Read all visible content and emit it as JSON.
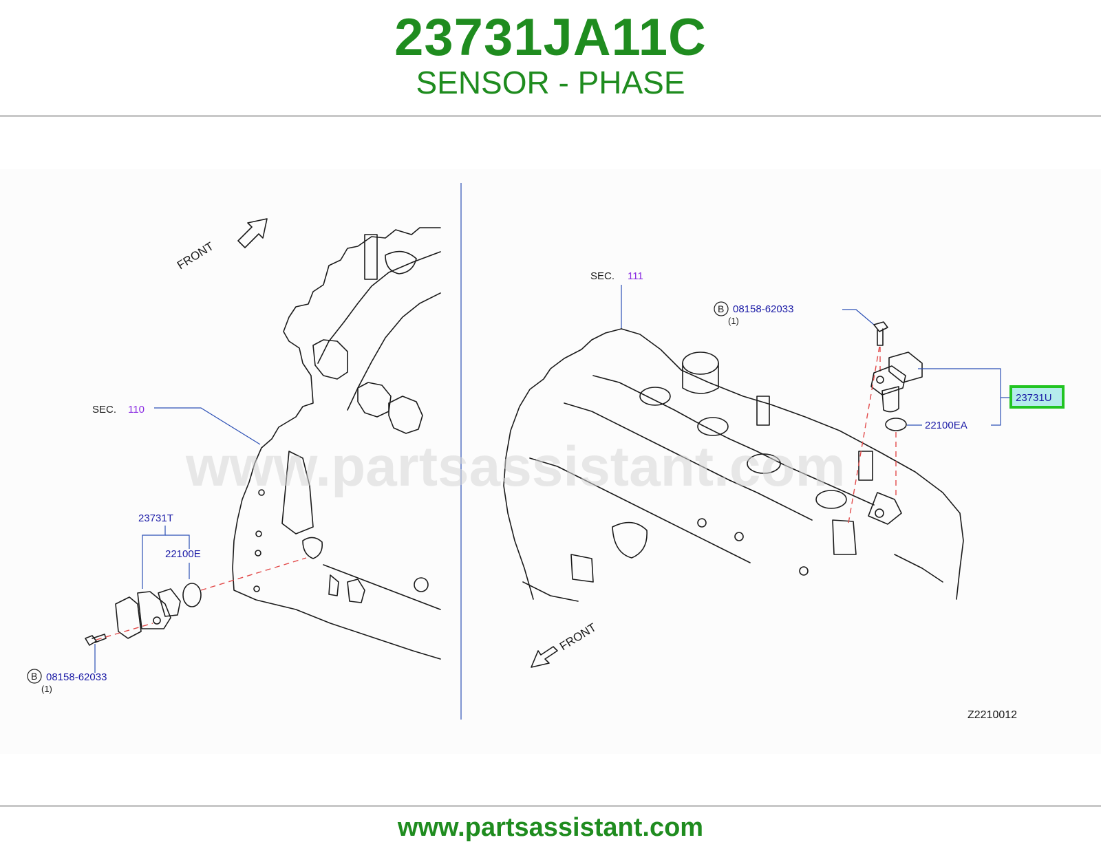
{
  "header": {
    "part_number": "23731JA11C",
    "part_name": "SENSOR - PHASE"
  },
  "footer": {
    "url": "www.partsassistant.com"
  },
  "watermark": "www.partsassistant.com",
  "diagram": {
    "left": {
      "front": "FRONT",
      "sec_label": "SEC.",
      "sec_number": "110",
      "sensor": "23731T",
      "oring": "22100E",
      "bolt_prefix": "B",
      "bolt": "08158-62033",
      "bolt_qty": "(1)"
    },
    "right": {
      "front": "FRONT",
      "sec_label": "SEC.",
      "sec_number": "111",
      "bolt_prefix": "B",
      "bolt": "08158-62033",
      "bolt_qty": "(1)",
      "sensor": "23731U",
      "oring": "22100EA"
    },
    "code": "Z2210012"
  },
  "colors": {
    "brand_green": "#1f8c1f",
    "label_blue": "#1a1aa6",
    "section_purple": "#8a2be2",
    "highlight_fill": "#b5ecec",
    "highlight_border": "#22c422",
    "leader_line": "#2b4fb5",
    "dashed_line": "#e24a4a"
  }
}
